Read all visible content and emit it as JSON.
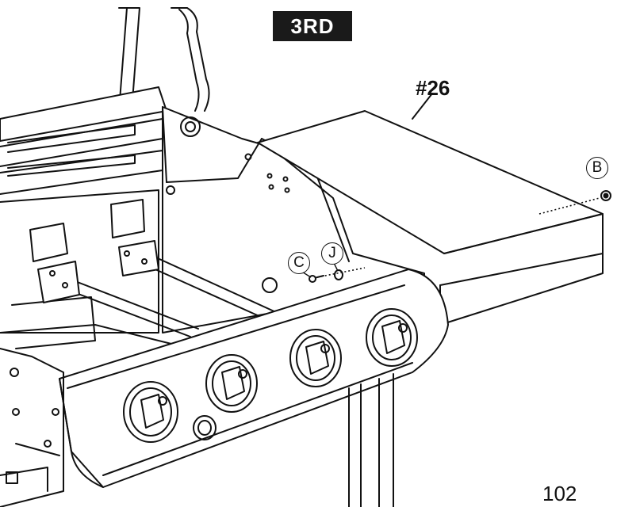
{
  "step_label": "3RD",
  "part_label": "#26",
  "callouts": {
    "b": "B",
    "c": "C",
    "j": "J"
  },
  "page_number": "102",
  "colors": {
    "line": "#111111",
    "badge_bg": "#1a1a1a",
    "badge_text": "#ffffff",
    "background": "#ffffff"
  }
}
